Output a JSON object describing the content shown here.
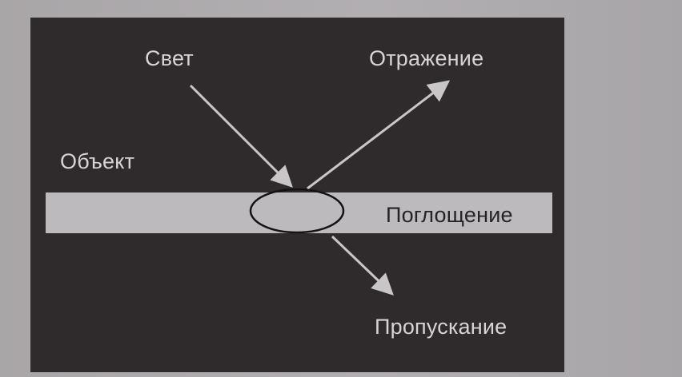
{
  "diagram": {
    "labels": {
      "light": "Свет",
      "reflection": "Отражение",
      "object": "Объект",
      "absorption": "Поглощение",
      "transmission": "Пропускание"
    },
    "colors": {
      "panel": "#2f2b2d",
      "strip": "#bdbabd",
      "arrow": "#c9c6c8",
      "ellipse": "#151214",
      "light_text": "#d7d4d6",
      "dark_text": "#262325"
    }
  }
}
